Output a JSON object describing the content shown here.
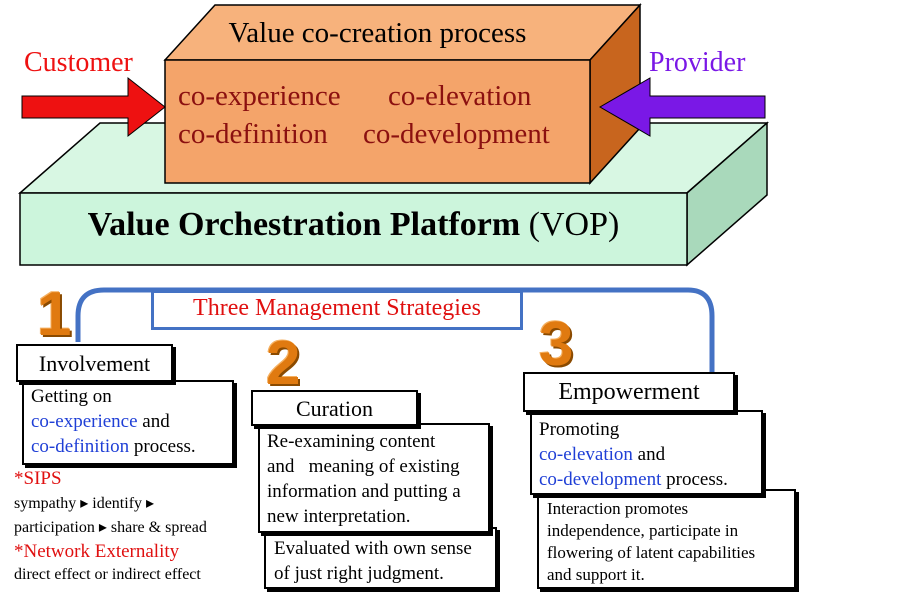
{
  "platform": {
    "label_bold": "Value Orchestration Platform",
    "label_abbr": "(VOP)"
  },
  "process": {
    "title": "Value co-creation process",
    "row1_a": "co-experience",
    "row1_b": "co-elevation",
    "row2_a": "co-definition",
    "row2_b": "co-development"
  },
  "actors": {
    "customer": "Customer",
    "provider": "Provider"
  },
  "strategies_title": "Three Management Strategies",
  "strategy1": {
    "number": "1",
    "name": "Involvement",
    "line1": "Getting on",
    "line2_term": "co-experience",
    "line2_rest": " and",
    "line3_term": "co-definition",
    "line3_rest": " process."
  },
  "strategy2": {
    "number": "2",
    "name": "Curation",
    "desc1": "Re-examining content",
    "desc2": "and   meaning of existing",
    "desc3": "information and putting a",
    "desc4": "new interpretation.",
    "extra1": "Evaluated with own sense",
    "extra2": "of just right judgment."
  },
  "strategy3": {
    "number": "3",
    "name": "Empowerment",
    "line1": "Promoting",
    "line2_term": "co-elevation",
    "line2_rest": " and",
    "line3_term": "co-development",
    "line3_rest": " process.",
    "extra1": "Interaction promotes",
    "extra2": "independence, participate in",
    "extra3": "flowering of latent capabilities",
    "extra4": "and support it."
  },
  "notes": {
    "sips_title": "*SIPS",
    "sips_line1": "sympathy ▸ identify ▸",
    "sips_line2": "participation ▸ share & spread",
    "network_title": "*Network Externality",
    "network_line": "direct effect or indirect effect"
  },
  "colors": {
    "platform_fill": "#ccf5dc",
    "process_front": "#f4a46a",
    "process_top": "#f7b27c",
    "process_side": "#c8651e",
    "customer_arrow": "#ee1111",
    "provider_arrow": "#7a18e6",
    "connector": "#4472c4",
    "number_orange": "#e07a10",
    "term_blue": "#1f3fd6",
    "note_red": "#e01010"
  }
}
